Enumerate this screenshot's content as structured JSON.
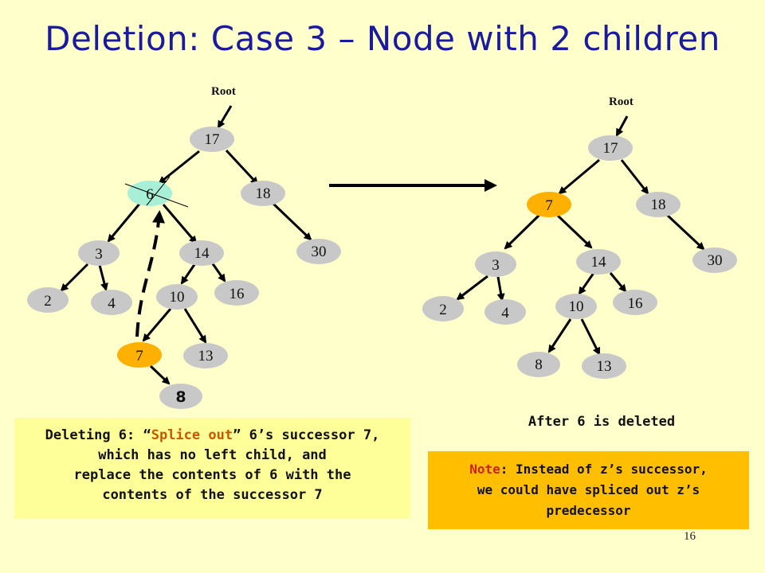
{
  "title": "Deletion: Case 3 – Node with 2 children",
  "colors": {
    "node_gray": "#c8c8c8",
    "node_teal": "#a7f0d7",
    "node_orange": "#ffb000",
    "title_blue": "#1a1aa0",
    "note_orange": "#ffbf00",
    "accent_orange": "#cc5500"
  },
  "left_tree": {
    "root_label": "Root",
    "nodes": {
      "n17": "17",
      "n6": "6",
      "n18": "18",
      "n3": "3",
      "n14": "14",
      "n30": "30",
      "n2": "2",
      "n4": "4",
      "n10": "10",
      "n16": "16",
      "n7": "7",
      "n13": "13",
      "n8": "8"
    }
  },
  "right_tree": {
    "root_label": "Root",
    "nodes": {
      "n17": "17",
      "n7": "7",
      "n18": "18",
      "n3": "3",
      "n14": "14",
      "n30": "30",
      "n2": "2",
      "n4": "4",
      "n10": "10",
      "n16": "16",
      "n8": "8",
      "n13": "13"
    },
    "caption": "After 6 is deleted"
  },
  "left_box": {
    "pre1": "Deleting 6: “",
    "accent": "Splice out",
    "post1": "” 6’s successor 7,",
    "line2": "which has no left child, and",
    "line3": "replace the contents of 6 with the",
    "line4": "contents of the successor 7"
  },
  "right_box": {
    "note_word": "Note",
    "line1_rest": ": Instead of z’s successor,",
    "line2": "we could have spliced out z’s",
    "line3": "predecessor"
  },
  "page_number": "16"
}
